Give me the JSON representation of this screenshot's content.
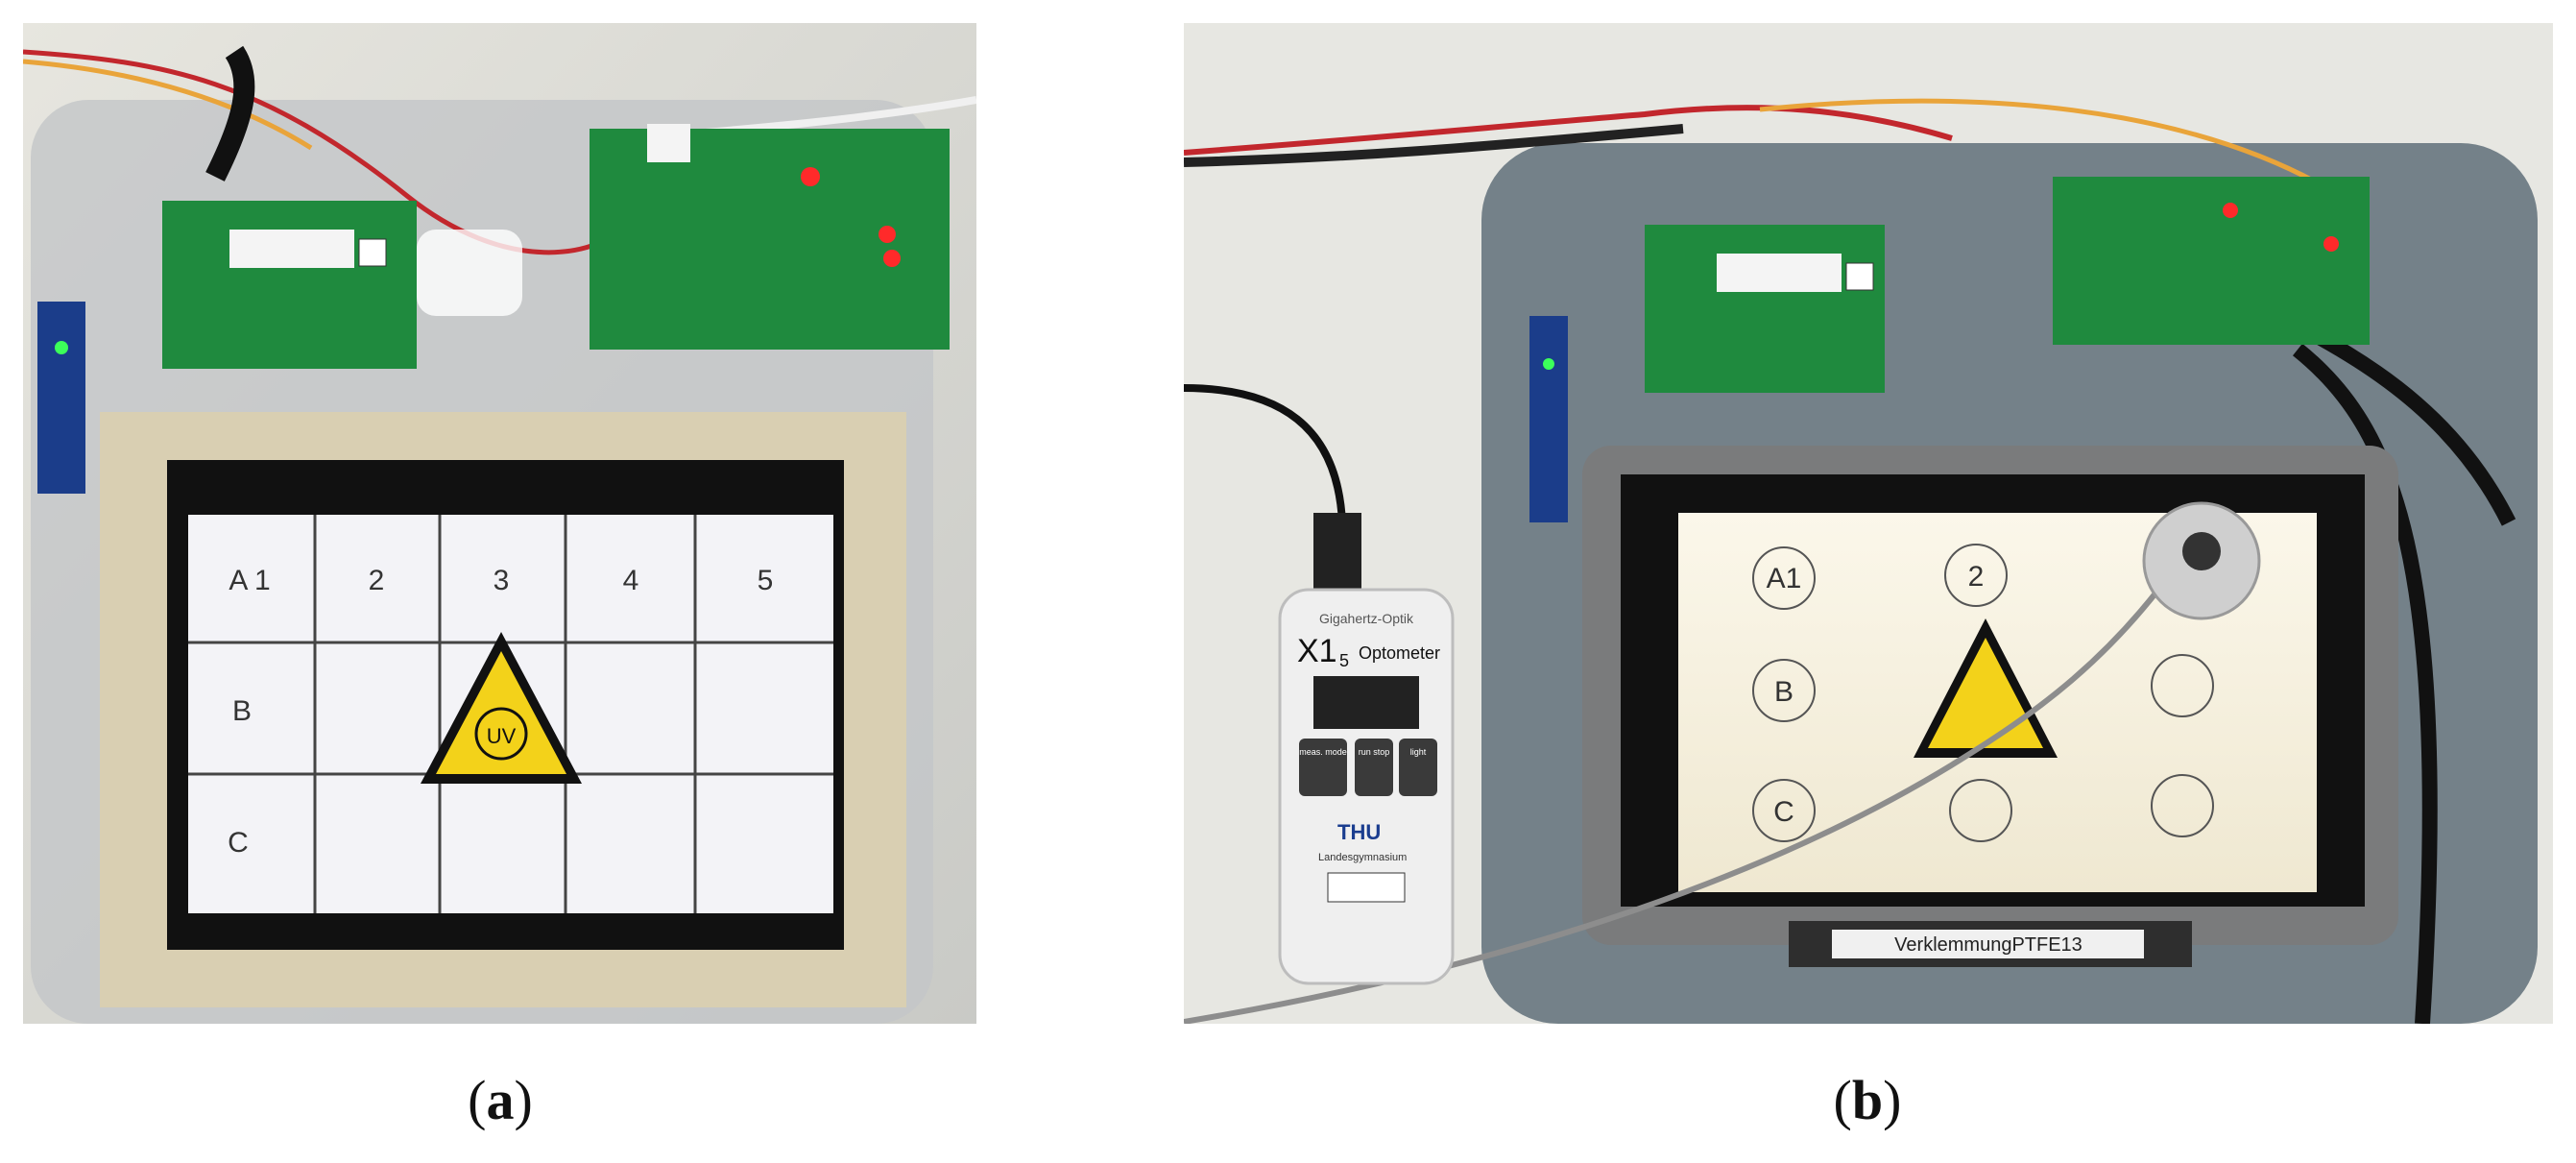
{
  "figure": {
    "panel_a": {
      "caption_letter": "a",
      "screen_cells": [
        {
          "label": "A 1"
        },
        {
          "label": "2"
        },
        {
          "label": "3"
        },
        {
          "label": "4"
        },
        {
          "label": "5"
        },
        {
          "label": "B"
        },
        {
          "label": ""
        },
        {
          "label": ""
        },
        {
          "label": ""
        },
        {
          "label": ""
        },
        {
          "label": "C"
        },
        {
          "label": ""
        },
        {
          "label": ""
        },
        {
          "label": ""
        },
        {
          "label": ""
        }
      ],
      "warning_sign_text": "UV"
    },
    "panel_b": {
      "caption_letter": "b",
      "screen_labels": [
        "A1",
        "2",
        "B",
        "C"
      ],
      "meter": {
        "brand": "Gigahertz-Optik",
        "model": "X1",
        "model_sub": "5",
        "type": "Optometer",
        "buttons": [
          "meas. mode",
          "run stop",
          "light"
        ],
        "owner": "THU",
        "owner_sub": "Landesgymnasium"
      },
      "fixture_label": "VerklemmungPTFE13"
    }
  }
}
